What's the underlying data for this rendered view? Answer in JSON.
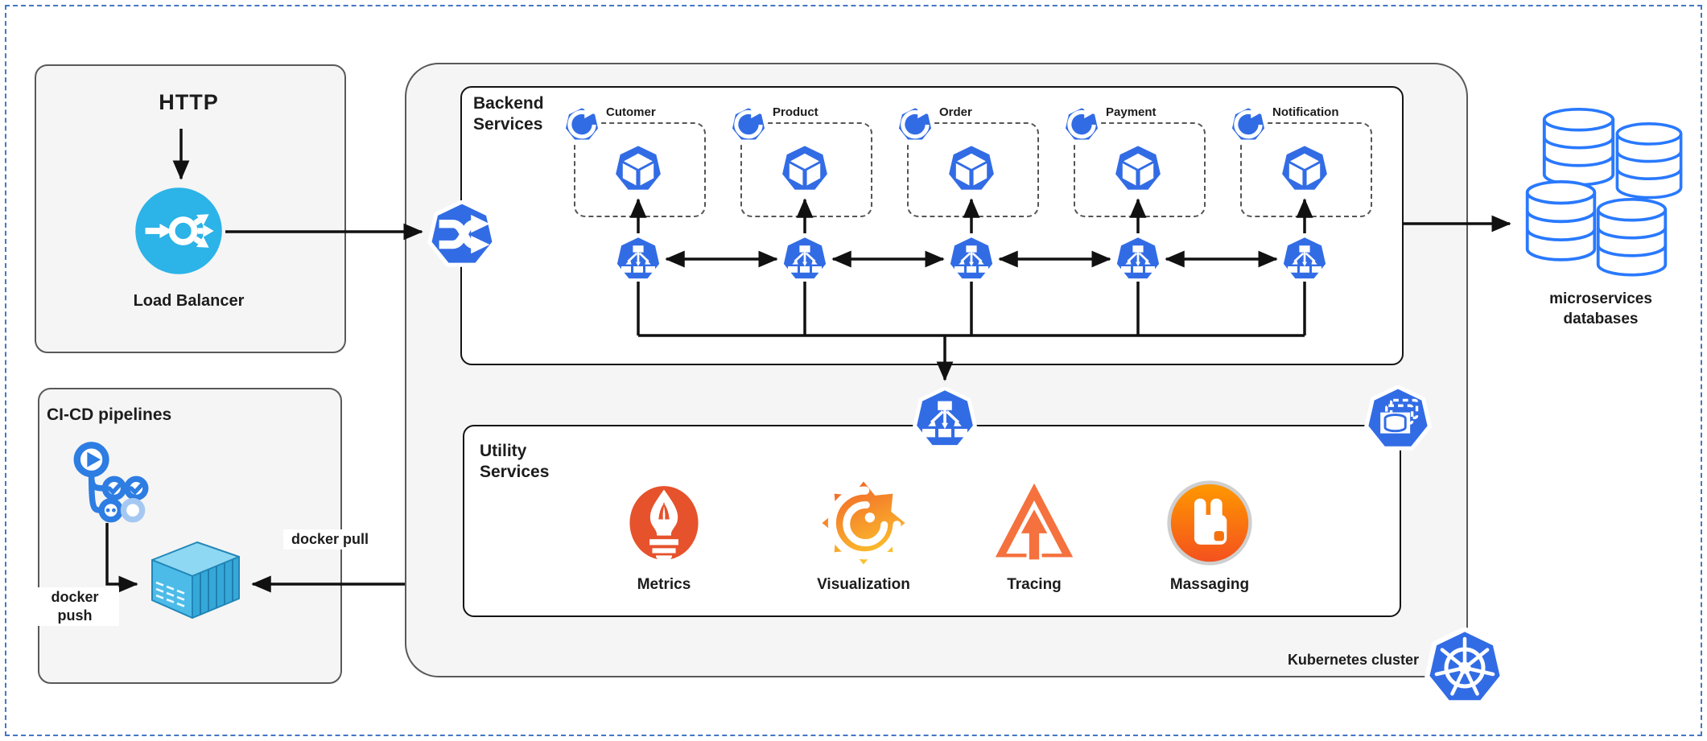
{
  "http_panel": {
    "title": "HTTP",
    "load_balancer_label": "Load Balancer"
  },
  "cicd_panel": {
    "title": "CI-CD pipelines",
    "docker_push_label": "docker push",
    "docker_pull_label": "docker pull"
  },
  "cluster": {
    "label": "Kubernetes cluster"
  },
  "backend_panel": {
    "title": "Backend Services",
    "services": [
      {
        "label": "Cutomer"
      },
      {
        "label": "Product"
      },
      {
        "label": "Order"
      },
      {
        "label": "Payment"
      },
      {
        "label": "Notification"
      }
    ]
  },
  "utility_panel": {
    "title": "Utility Services",
    "items": [
      {
        "label": "Metrics"
      },
      {
        "label": "Visualization"
      },
      {
        "label": "Tracing"
      },
      {
        "label": "Massaging"
      }
    ]
  },
  "databases": {
    "label": "microservices databases"
  },
  "icons": {
    "load_balancer": "load-balancer-icon",
    "ingress": "ingress-icon",
    "deployment": "deployment-icon",
    "pod": "pod-icon",
    "service": "service-icon",
    "statefulset": "statefulset-icon",
    "kubernetes_logo": "kubernetes-icon",
    "pipeline": "ci-pipeline-icon",
    "container": "docker-container-icon",
    "metrics": "prometheus-icon",
    "visualization": "grafana-icon",
    "tracing": "tracing-triangle-icon",
    "messaging": "rabbitmq-icon",
    "databases": "database-cylinders-icon"
  },
  "colors": {
    "kubernetes_blue": "#326ce5",
    "load_balancer_blue": "#2cb3e8",
    "prometheus_red": "#e6522c",
    "grafana_orange": "#f05b28",
    "tracing_orange": "#f5713d",
    "rabbitmq_orange": "#f4710d",
    "database_blue": "#2979ff",
    "arrow_black": "#111111",
    "cluster_fill": "#f5f5f5",
    "outer_border_blue": "#4576c4"
  }
}
